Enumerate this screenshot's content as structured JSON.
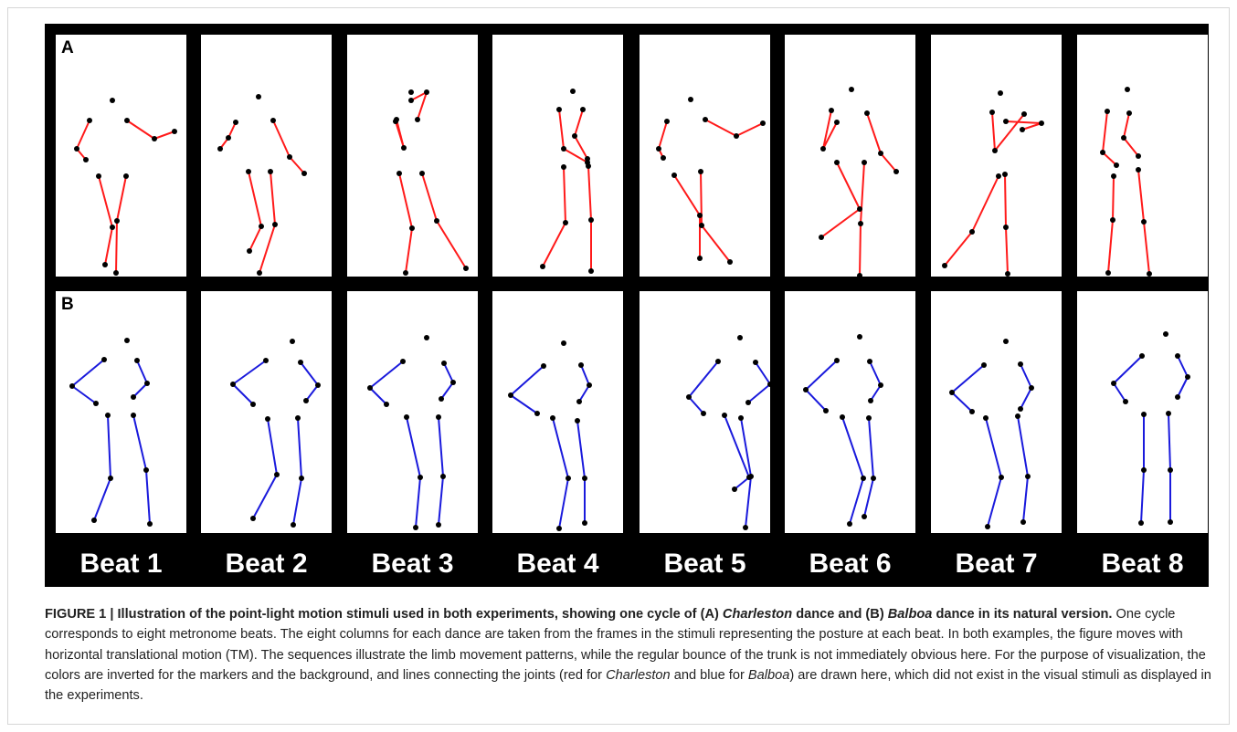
{
  "figure": {
    "row_a_letter": "A",
    "row_b_letter": "B",
    "beats": [
      "Beat 1",
      "Beat 2",
      "Beat 3",
      "Beat 4",
      "Beat 5",
      "Beat 6",
      "Beat 7",
      "Beat 8"
    ],
    "colors": {
      "background": "#000000",
      "cell": "#ffffff",
      "marker": "#000000",
      "charleston_line": "#ff1a1a",
      "balboa_line": "#1a1adc"
    }
  },
  "caption": {
    "lead_1": "FIGURE 1 | Illustration of the point-light motion stimuli used in both experiments, showing one cycle of (A) ",
    "lead_charleston": "Charleston",
    "lead_2": " dance and (B) ",
    "lead_balboa": "Balboa",
    "lead_3": "  dance in its natural version.",
    "body_1": " One cycle corresponds to eight metronome beats. The eight columns for each dance are taken from the frames in the stimuli representing the posture at each beat. In both examples, the figure moves with horizontal translational motion (TM). The sequences illustrate the limb movement patterns, while the regular bounce of the trunk is not immediately obvious here. For the purpose of visualization, the colors are inverted for the markers and the background, and lines connecting the joints (red for ",
    "body_charleston": "Charleston",
    "body_2": " and blue for ",
    "body_balboa": "Balboa",
    "body_3": ") are drawn here, which did not exist in the visual stimuli as displayed in the experiments."
  }
}
